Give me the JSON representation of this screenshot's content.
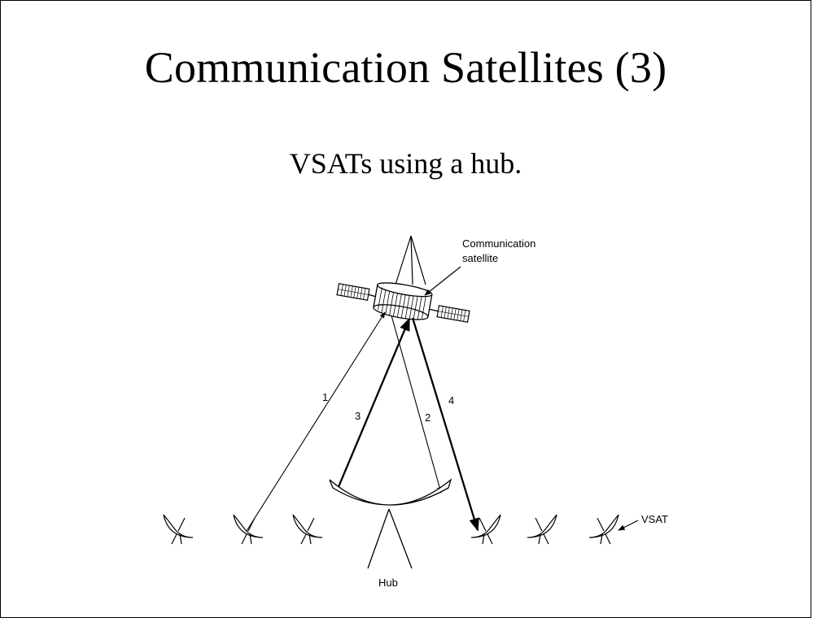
{
  "slide": {
    "title": "Communication Satellites (3)",
    "subtitle": "VSATs using a hub."
  },
  "diagram": {
    "satellite_label_line1": "Communication",
    "satellite_label_line2": "satellite",
    "hub_label": "Hub",
    "vsat_label": "VSAT",
    "link_labels": [
      "1",
      "2",
      "3",
      "4"
    ]
  }
}
